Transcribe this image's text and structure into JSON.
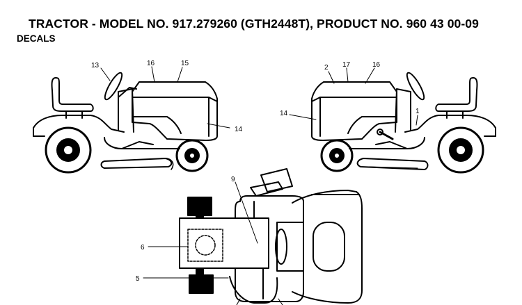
{
  "header": {
    "title": "TRACTOR - MODEL NO. 917.279260 (GTH2448T), PRODUCT NO. 960 43 00-09",
    "subtitle": "DECALS"
  },
  "callouts": {
    "left_13": "13",
    "left_16": "16",
    "left_15": "15",
    "left_14": "14",
    "right_2": "2",
    "right_17": "17",
    "right_16": "16",
    "right_14": "14",
    "right_1": "1",
    "top_9": "9",
    "top_6": "6",
    "top_5": "5"
  }
}
